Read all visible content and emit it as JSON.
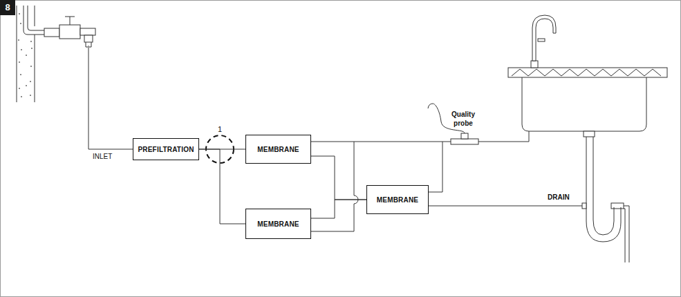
{
  "diagram": {
    "nodes": [
      {
        "text": [
          "PREFILTRATION"
        ]
      },
      {
        "text": [
          "MEMBRANE"
        ]
      },
      {
        "text": [
          "MEMBRANE"
        ]
      },
      {
        "text": [
          "MEMBRANE"
        ]
      }
    ],
    "edges": [
      {
        "from": 0,
        "to": 1,
        "arrow": "none"
      },
      {
        "from": 0,
        "to": 2,
        "arrow": "none"
      },
      {
        "from": 1,
        "to": 3,
        "arrow": "none"
      },
      {
        "from": 2,
        "to": 3,
        "arrow": "none"
      }
    ],
    "labels": [
      "8",
      "INLET",
      "1",
      "Quality probe",
      "DRAIN"
    ]
  }
}
